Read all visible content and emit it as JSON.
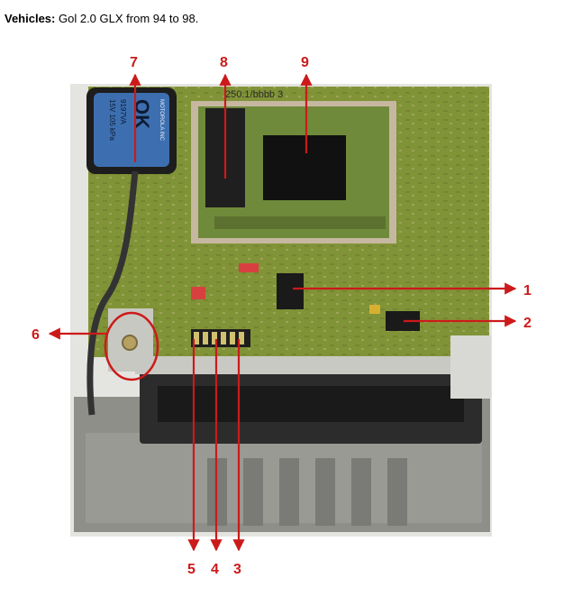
{
  "caption": {
    "label": "Vehicles:",
    "text": "Gol 2.0 GLX from 94 to 98."
  },
  "sensor_label": {
    "brand": "MOTOROLA INC",
    "mark": "OK",
    "part": "9197VA",
    "spec": "15V 105 kPa"
  },
  "board_text": "250.1/bbbb 3",
  "callouts": [
    {
      "id": "1",
      "label": "1"
    },
    {
      "id": "2",
      "label": "2"
    },
    {
      "id": "3",
      "label": "3"
    },
    {
      "id": "4",
      "label": "4"
    },
    {
      "id": "5",
      "label": "5"
    },
    {
      "id": "6",
      "label": "6"
    },
    {
      "id": "7",
      "label": "7"
    },
    {
      "id": "8",
      "label": "8"
    },
    {
      "id": "9",
      "label": "9"
    }
  ],
  "colors": {
    "arrow": "#cc1a1a",
    "pcb": "#8a9a3a",
    "housing": "#8f8f8a",
    "connector": "#2c2c2c",
    "sensor": "#3d6fb0"
  }
}
